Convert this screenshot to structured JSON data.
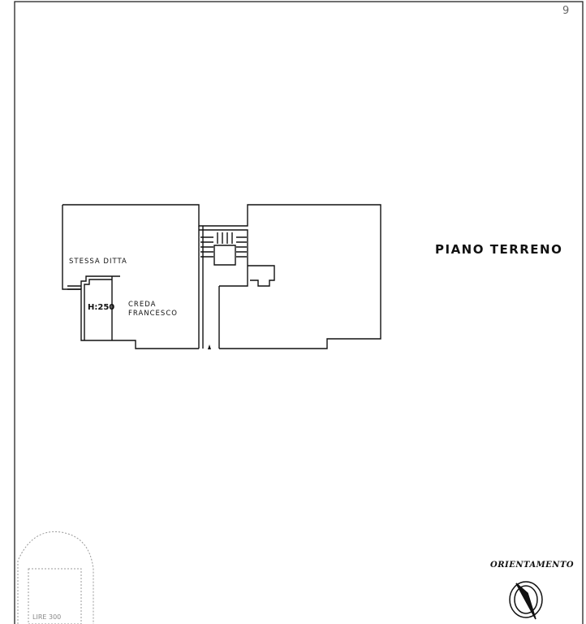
{
  "page_number": "9",
  "plan": {
    "title": "PIANO TERRENO",
    "rooms": [
      {
        "label": "STESSA DITTA"
      },
      {
        "label_line1": "CREDA",
        "label_line2": "FRANCESCO"
      }
    ],
    "height_note": "H:250"
  },
  "orientation_label": "ORIENTAMENTO",
  "stamp_text": "LIRE 300"
}
